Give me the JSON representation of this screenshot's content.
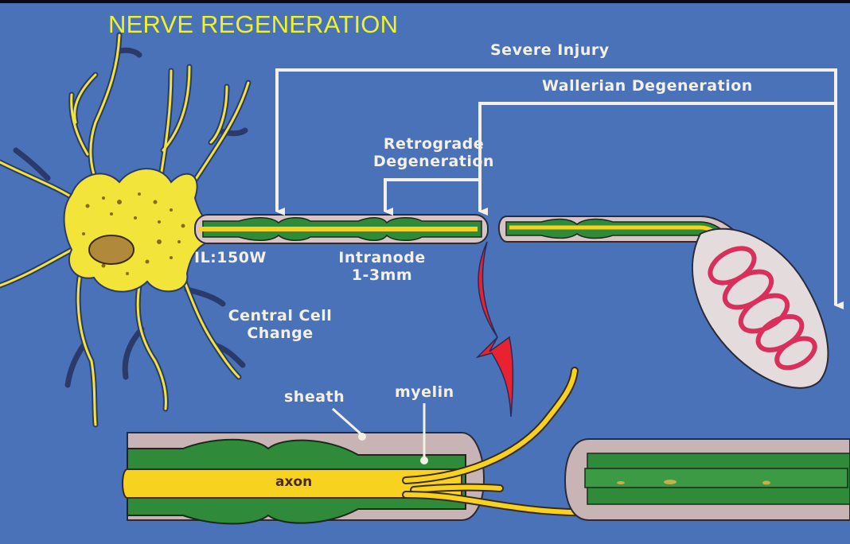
{
  "title": "NERVE REGENERATION",
  "colors": {
    "background": "#4a72b8",
    "title": "#eef22a",
    "label": "#f4f0e6",
    "axon": "#f7d21e",
    "myelin": "#2f8a3a",
    "sheath": "#d8c4c4",
    "arrow_red": "#e8222e",
    "neuron_body": "#f3e43a"
  },
  "labels": {
    "severe_injury": "Severe Injury",
    "wallerian_degeneration": "Wallerian Degeneration",
    "retrograde_line1": "Retrograde",
    "retrograde_line2": "Degeneration",
    "il": "IL:150W",
    "intranode_line1": "Intranode",
    "intranode_line2": "1-3mm",
    "central_line1": "Central Cell",
    "central_line2": "Change",
    "sheath": "sheath",
    "myelin": "myelin",
    "axon": "axon"
  }
}
